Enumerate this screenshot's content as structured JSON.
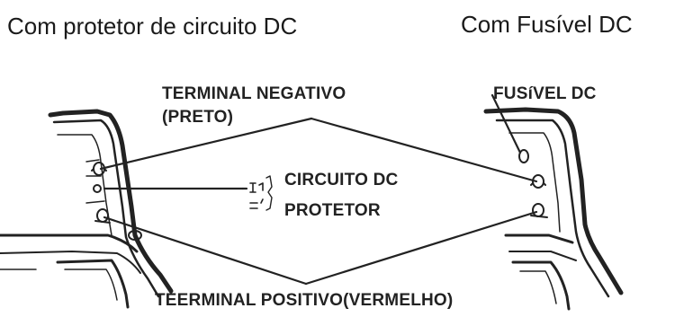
{
  "headings": {
    "left": "Com protetor de circuito DC",
    "right": "Com Fusível DC"
  },
  "labels": {
    "negative_terminal_line1": "TERMINAL NEGATIVO",
    "negative_terminal_line2": "(PRETO)",
    "dc_fuse": "FUSíVEL DC",
    "breaker_line1": "CIRCUITO DC",
    "breaker_line2": "PROTETOR",
    "positive_terminal": "TEERMINAL POSITIVO(VERMELHO)"
  },
  "colors": {
    "ink": "#222222",
    "background": "#ffffff"
  }
}
